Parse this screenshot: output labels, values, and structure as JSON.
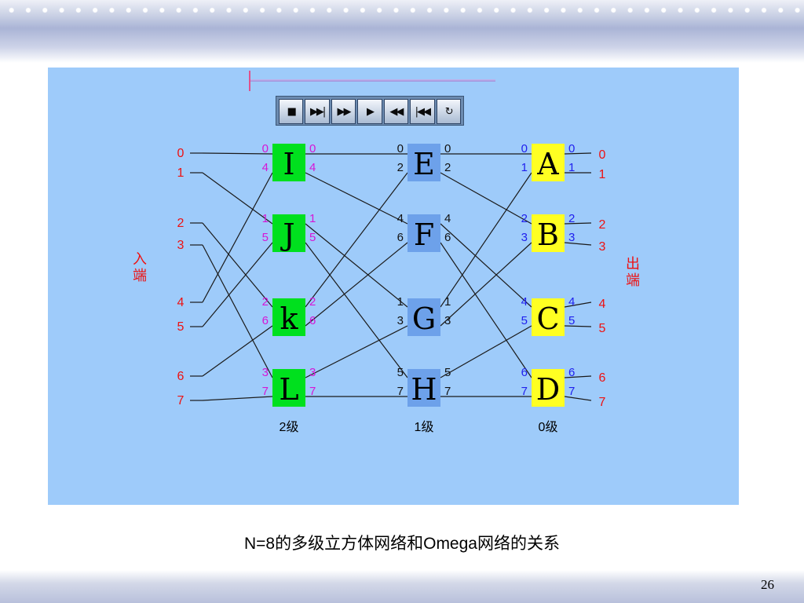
{
  "playback_controls": [
    {
      "name": "stop-button",
      "icon": "stop-icon",
      "glyph": "■"
    },
    {
      "name": "skip-end-button",
      "icon": "skip-end-icon",
      "glyph": "▶▶|"
    },
    {
      "name": "fast-forward-button",
      "icon": "fast-forward-icon",
      "glyph": "▶▶"
    },
    {
      "name": "play-button",
      "icon": "play-icon",
      "glyph": "▶"
    },
    {
      "name": "rewind-button",
      "icon": "rewind-icon",
      "glyph": "◀◀"
    },
    {
      "name": "skip-start-button",
      "icon": "skip-start-icon",
      "glyph": "|◀◀"
    },
    {
      "name": "replay-button",
      "icon": "replay-icon",
      "glyph": "↻"
    }
  ],
  "diagram": {
    "input_label": "入\n端",
    "output_label": "出\n端",
    "input_ports": [
      "0",
      "1",
      "2",
      "3",
      "4",
      "5",
      "6",
      "7"
    ],
    "output_ports": [
      "0",
      "1",
      "2",
      "3",
      "4",
      "5",
      "6",
      "7"
    ],
    "stages": [
      {
        "label": "2级",
        "color": "#00e01e",
        "label_color": "#d616d6",
        "switches": [
          {
            "name": "I",
            "in": [
              "0",
              "4"
            ],
            "out": [
              "0",
              "4"
            ]
          },
          {
            "name": "J",
            "in": [
              "1",
              "5"
            ],
            "out": [
              "1",
              "5"
            ]
          },
          {
            "name": "k",
            "in": [
              "2",
              "6"
            ],
            "out": [
              "2",
              "6"
            ]
          },
          {
            "name": "L",
            "in": [
              "3",
              "7"
            ],
            "out": [
              "3",
              "7"
            ]
          }
        ]
      },
      {
        "label": "1级",
        "color": "#6da1ea",
        "label_color": "#111111",
        "switches": [
          {
            "name": "E",
            "in": [
              "0",
              "2"
            ],
            "out": [
              "0",
              "2"
            ]
          },
          {
            "name": "F",
            "in": [
              "4",
              "6"
            ],
            "out": [
              "4",
              "6"
            ]
          },
          {
            "name": "G",
            "in": [
              "1",
              "3"
            ],
            "out": [
              "1",
              "3"
            ]
          },
          {
            "name": "H",
            "in": [
              "5",
              "7"
            ],
            "out": [
              "5",
              "7"
            ]
          }
        ]
      },
      {
        "label": "0级",
        "color": "#ffff22",
        "label_color": "#2020ee",
        "switches": [
          {
            "name": "A",
            "in": [
              "0",
              "1"
            ],
            "out": [
              "0",
              "1"
            ]
          },
          {
            "name": "B",
            "in": [
              "2",
              "3"
            ],
            "out": [
              "2",
              "3"
            ]
          },
          {
            "name": "C",
            "in": [
              "4",
              "5"
            ],
            "out": [
              "4",
              "5"
            ]
          },
          {
            "name": "D",
            "in": [
              "6",
              "7"
            ],
            "out": [
              "6",
              "7"
            ]
          }
        ]
      }
    ],
    "port_color": "#ee1111"
  },
  "caption": "N=8的多级立方体网络和Omega网络的关系",
  "page_number": "26"
}
